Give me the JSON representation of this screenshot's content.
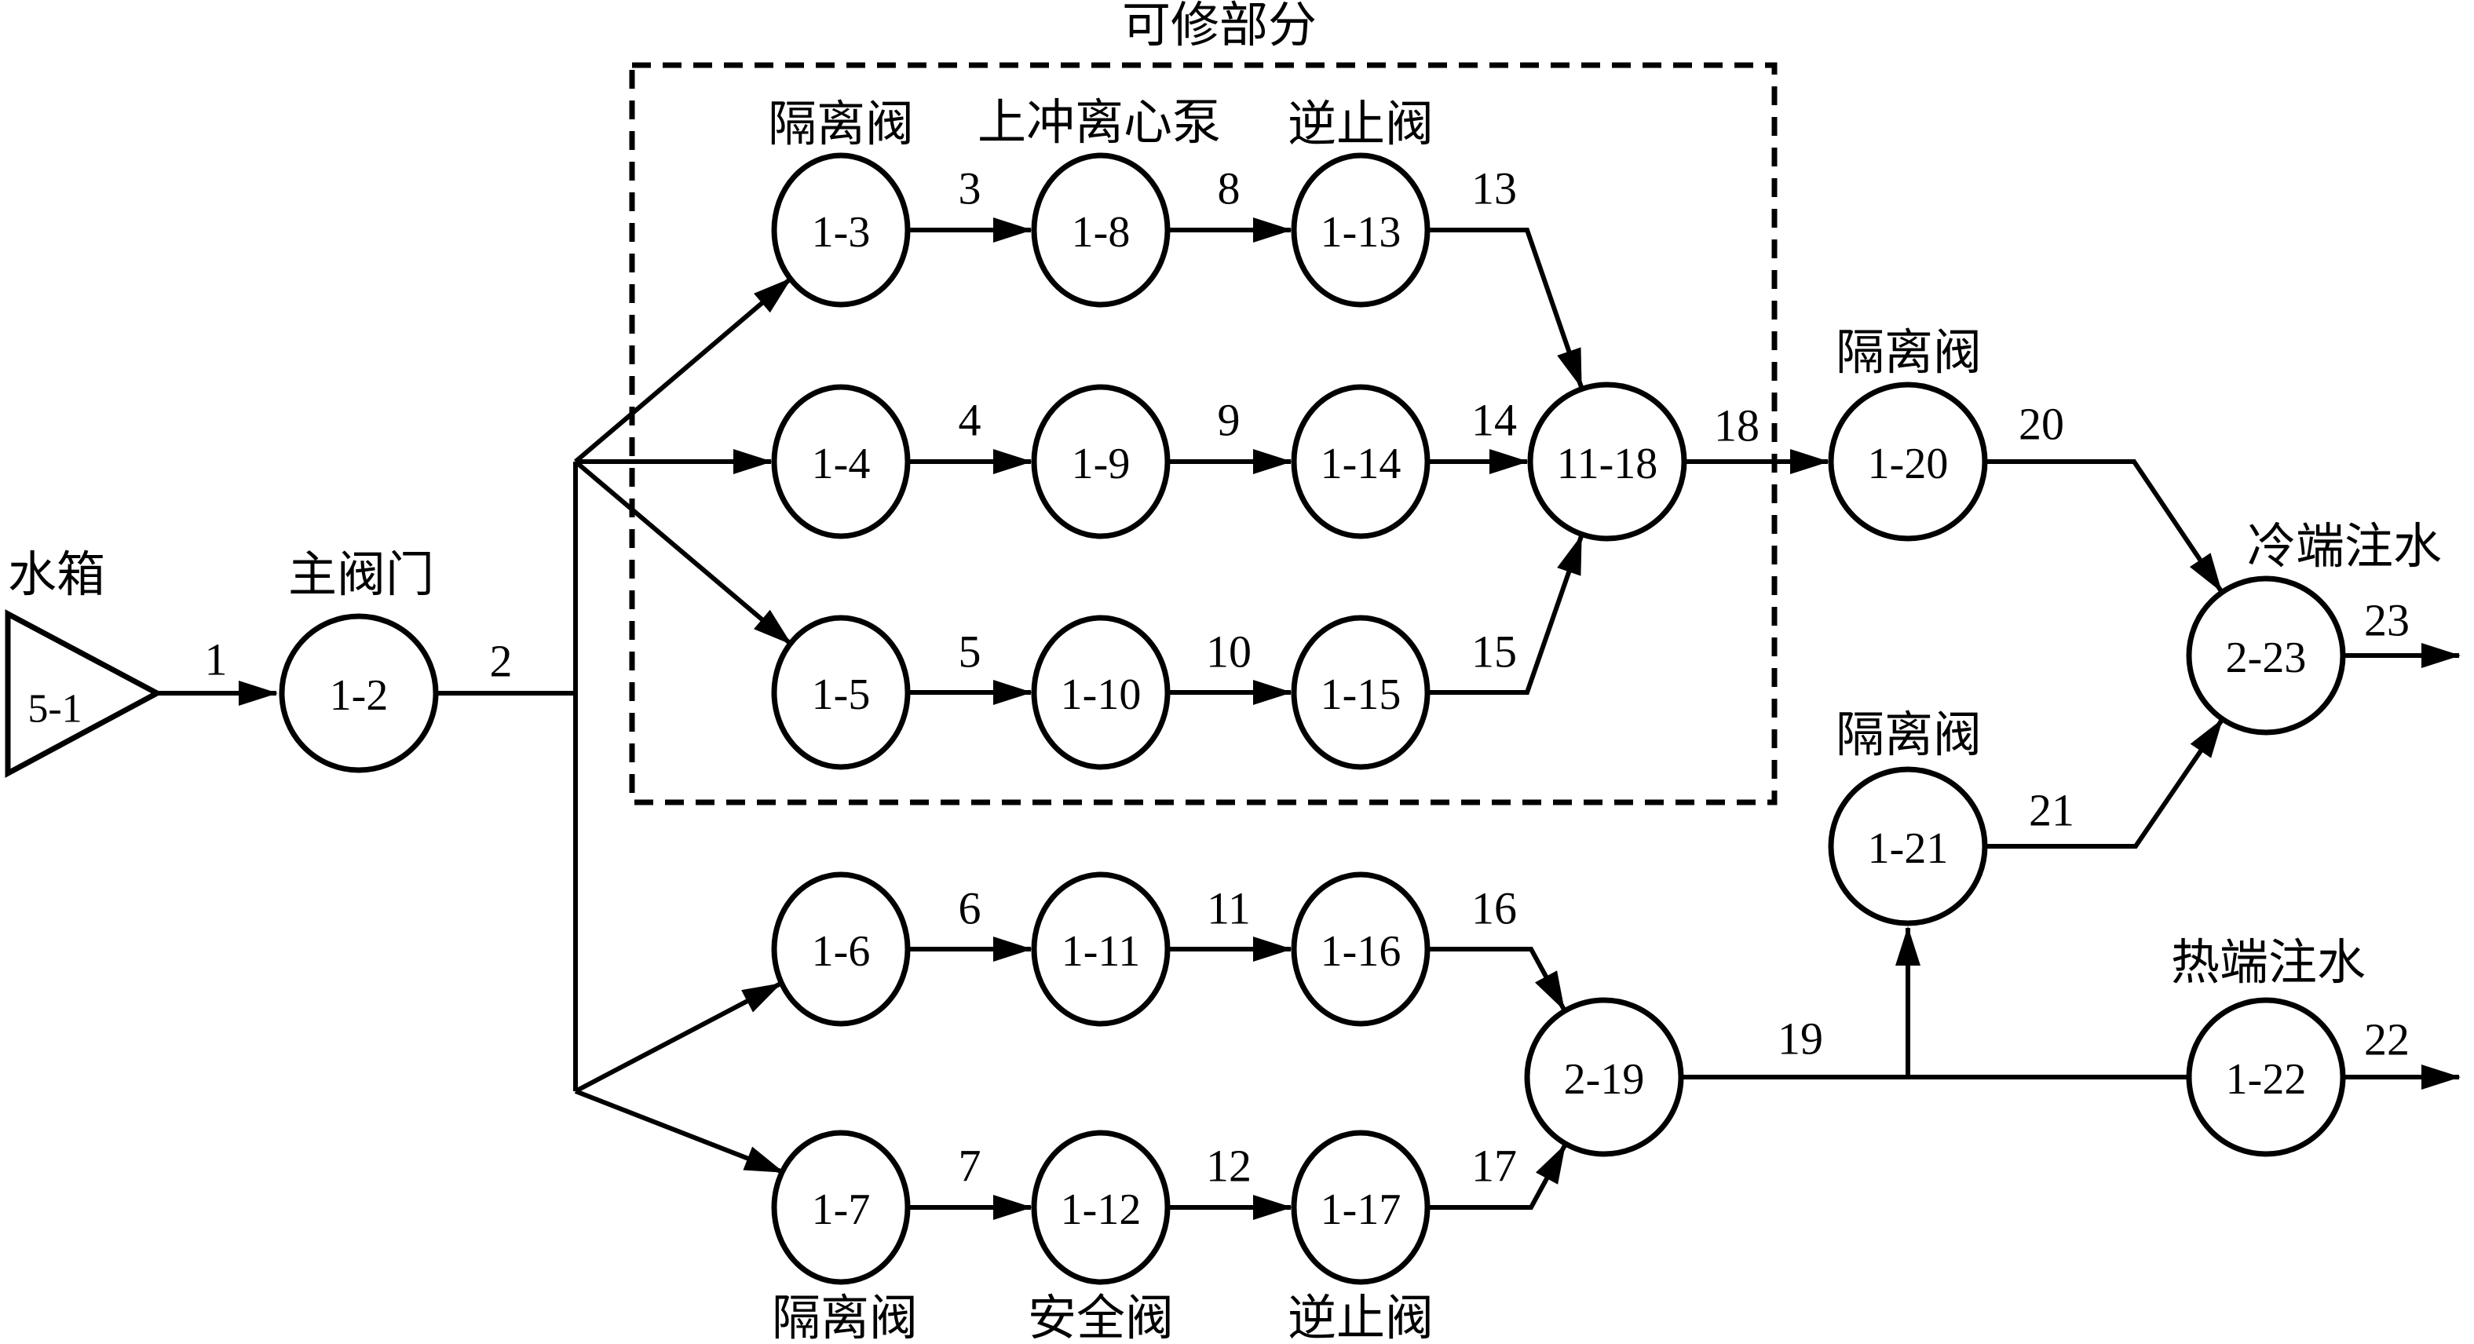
{
  "title": "可修部分",
  "tank": {
    "id": "5-1",
    "label": "水箱"
  },
  "nodes": {
    "n2": "1-2",
    "n3": "1-3",
    "n4": "1-4",
    "n5": "1-5",
    "n6": "1-6",
    "n7": "1-7",
    "n8": "1-8",
    "n9": "1-9",
    "n10": "1-10",
    "n11": "1-11",
    "n12": "1-12",
    "n13": "1-13",
    "n14": "1-14",
    "n15": "1-15",
    "n16": "1-16",
    "n17": "1-17",
    "n1118": "11-18",
    "n219": "2-19",
    "n20": "1-20",
    "n21": "1-21",
    "n22": "1-22",
    "n23": "2-23"
  },
  "node_annotations": {
    "main_valve": "主阀门",
    "iso_valve_20": "隔离阀",
    "iso_valve_21": "隔离阀",
    "cold_leg": "冷端注水",
    "hot_leg": "热端注水"
  },
  "column_labels": {
    "top_isolation": "隔离阀",
    "top_pump": "上冲离心泵",
    "top_check": "逆止阀",
    "bottom_isolation": "隔离阀",
    "bottom_safety": "安全阀",
    "bottom_check": "逆止阀"
  },
  "edges": {
    "e1": "1",
    "e2": "2",
    "e3": "3",
    "e4": "4",
    "e5": "5",
    "e6": "6",
    "e7": "7",
    "e8": "8",
    "e9": "9",
    "e10": "10",
    "e11": "11",
    "e12": "12",
    "e13": "13",
    "e14": "14",
    "e15": "15",
    "e16": "16",
    "e17": "17",
    "e18": "18",
    "e19": "19",
    "e20": "20",
    "e21": "21",
    "e22": "22",
    "e23": "23"
  }
}
